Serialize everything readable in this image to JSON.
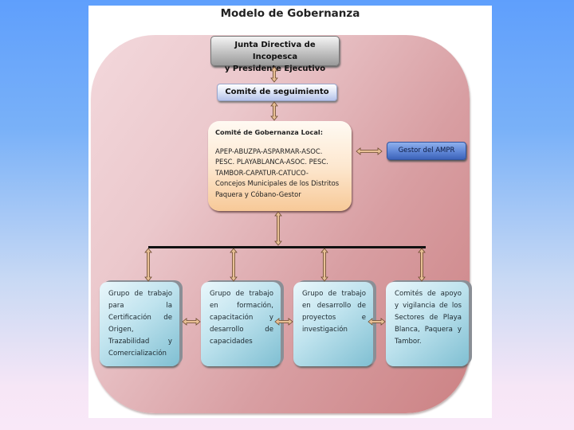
{
  "title": "Modelo de Gobernanza",
  "nodes": {
    "junta": {
      "line1": "Junta Directiva de Incopesca",
      "line2": "y Presidente Ejecutivo"
    },
    "seguimiento": {
      "label": "Comité de seguimiento"
    },
    "local": {
      "heading": "Comité de Gobernanza Local:",
      "lines": [
        "APEP-ABUZPA-ASPARMAR-ASOC.",
        "PESC. PLAYABLANCA-ASOC. PESC.",
        "TAMBOR-CAPATUR-CATUCO-",
        "Concejos Municipales de los Distritos",
        "Paquera y Cóbano-Gestor"
      ]
    },
    "gestor": {
      "label": "Gestor del AMPR"
    },
    "groups": [
      {
        "text": "Grupo de trabajo para la Certificación de Origen, Trazabilidad y Comercialización"
      },
      {
        "text": "Grupo de trabajo en formación, capacitación y desarrollo de capacidades"
      },
      {
        "text": "Grupo de trabajo en desarrollo de proyectos e investigación"
      },
      {
        "text": "Comités de apoyo y vigilancia de los Sectores de Playa Blanca, Paquera y Tambor."
      }
    ]
  },
  "colors": {
    "arrow_fill": "#e8bf94",
    "arrow_stroke": "#6b4a2e",
    "connector_line": "#111111"
  }
}
